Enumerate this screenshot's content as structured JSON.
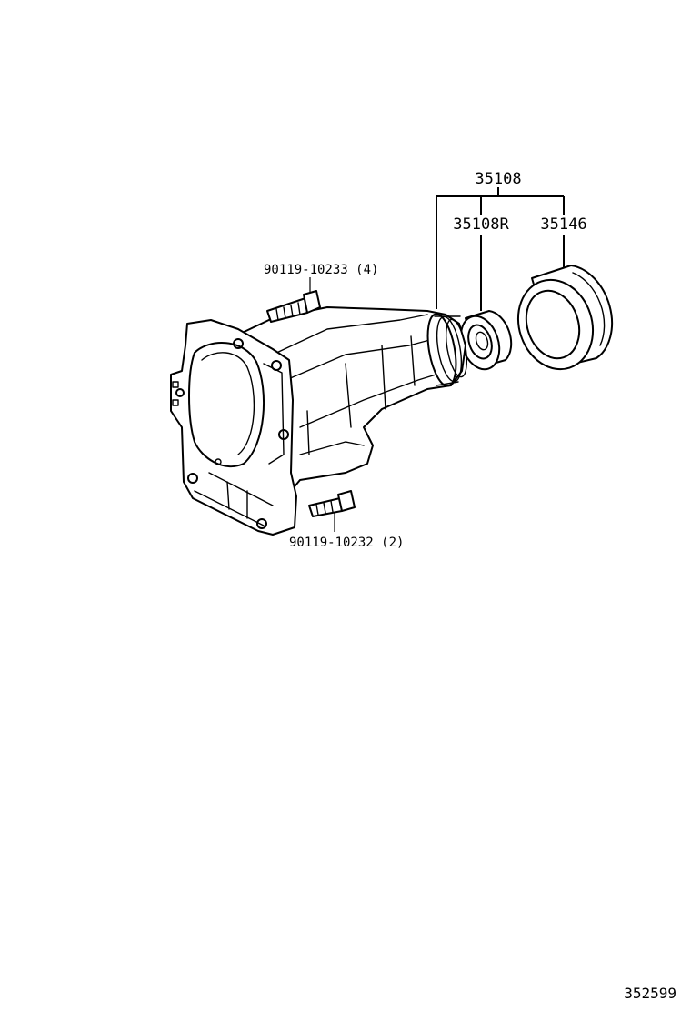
{
  "parts": {
    "assembly": "35108",
    "housing_bushing": "35108R",
    "sleeve": "35146"
  },
  "bolts": {
    "upper": "90119-10233 (4)",
    "lower": "90119-10232 (2)"
  },
  "figure_number": "352599"
}
